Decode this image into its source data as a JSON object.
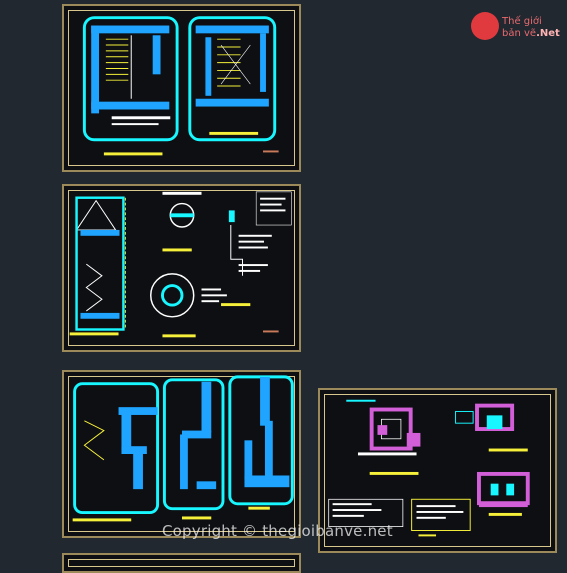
{
  "logo": {
    "line1": "Thế giới",
    "line2_a": "bản vẽ",
    "line2_b": ".Net"
  },
  "watermark": "Copyright © thegioibanve.net",
  "colors": {
    "canvas": "#212830",
    "sheet_frame": "#d8c78d",
    "wall_fill": "#1fa4ff",
    "wall_outline": "#18f6ff",
    "magenta": "#d35fd8",
    "accent_yellow": "#f6f03a"
  }
}
